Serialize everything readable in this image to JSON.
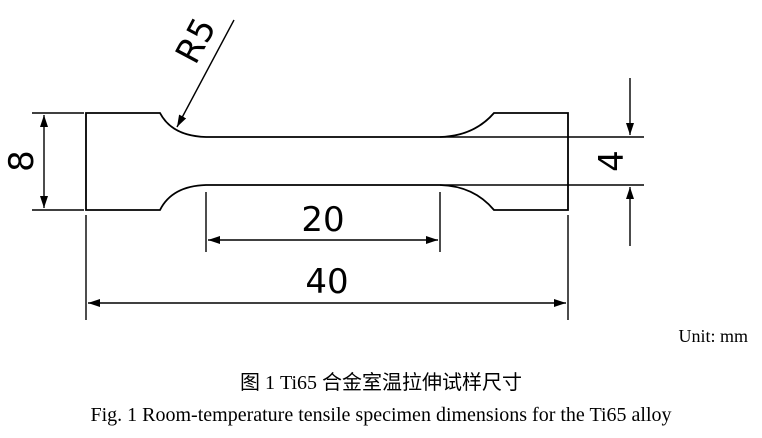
{
  "drawing": {
    "radius_label": "R5",
    "height_label": "8",
    "width_label": "4",
    "gauge_label": "20",
    "length_label": "40",
    "line_color": "#000000"
  },
  "unit_label": "Unit: mm",
  "caption_cn": "图 1 Ti65 合金室温拉伸试样尺寸",
  "caption_en": "Fig. 1 Room-temperature tensile specimen dimensions for the Ti65 alloy"
}
